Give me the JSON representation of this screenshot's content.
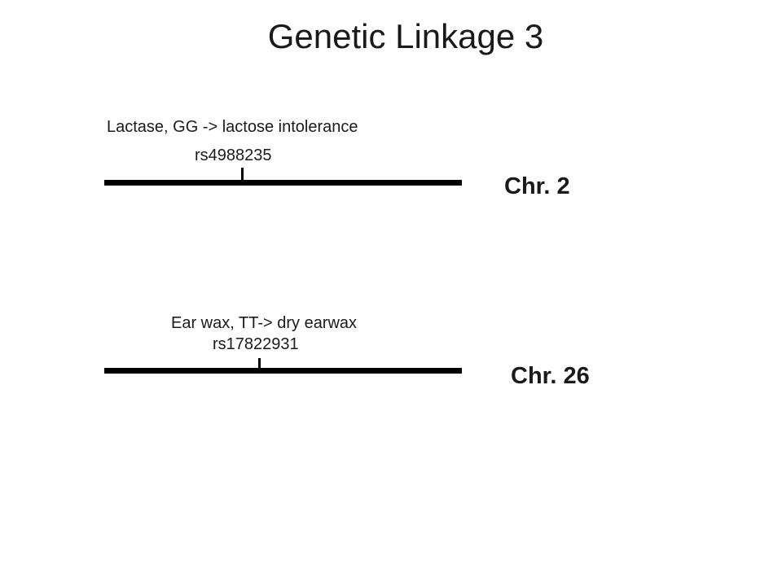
{
  "slide": {
    "title": "Genetic Linkage 3"
  },
  "chromosomes": [
    {
      "label": "Chr. 2",
      "marker_id": "rs4988235",
      "annotation": "Lactase, GG -> lactose intolerance"
    },
    {
      "label": "Chr. 26",
      "marker_id": "rs17822931",
      "annotation": "Ear wax, TT-> dry earwax"
    }
  ]
}
